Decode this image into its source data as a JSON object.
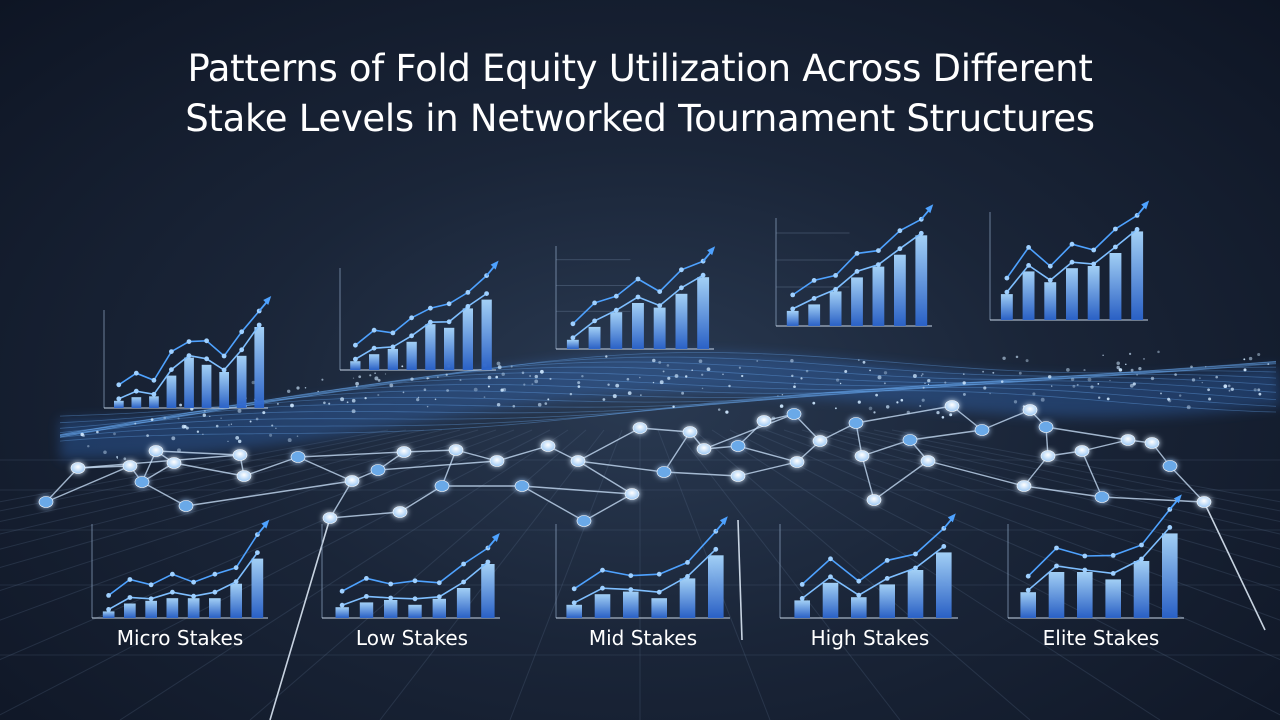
{
  "title": {
    "line1": "Patterns of Fold Equity Utilization Across Different",
    "line2": "Stake Levels in Networked Tournament Structures"
  },
  "tiers": [
    {
      "label": "Micro Stakes"
    },
    {
      "label": "Low Stakes"
    },
    {
      "label": "Mid Stakes"
    },
    {
      "label": "High Stakes"
    },
    {
      "label": "Elite Stakes"
    }
  ],
  "upper_charts": [
    {
      "bars": [
        0.08,
        0.12,
        0.13,
        0.36,
        0.56,
        0.48,
        0.4,
        0.58,
        0.9
      ]
    },
    {
      "bars": [
        0.1,
        0.18,
        0.24,
        0.32,
        0.52,
        0.48,
        0.7,
        0.8
      ]
    },
    {
      "bars": [
        0.1,
        0.24,
        0.4,
        0.5,
        0.45,
        0.6,
        0.78
      ]
    },
    {
      "bars": [
        0.14,
        0.2,
        0.32,
        0.45,
        0.55,
        0.66,
        0.84
      ]
    },
    {
      "bars": [
        0.24,
        0.45,
        0.35,
        0.48,
        0.5,
        0.62,
        0.82
      ]
    }
  ],
  "lower_charts": [
    {
      "bars": [
        0.1,
        0.22,
        0.26,
        0.3,
        0.3,
        0.3,
        0.52,
        0.9
      ]
    },
    {
      "bars": [
        0.18,
        0.26,
        0.3,
        0.22,
        0.32,
        0.5,
        0.9
      ]
    },
    {
      "bars": [
        0.2,
        0.36,
        0.4,
        0.3,
        0.6,
        0.95
      ]
    },
    {
      "bars": [
        0.22,
        0.44,
        0.26,
        0.42,
        0.6,
        0.82
      ]
    },
    {
      "bars": [
        0.28,
        0.5,
        0.5,
        0.42,
        0.62,
        0.92
      ]
    }
  ],
  "colors": {
    "background_center": "#2a3a52",
    "background_edge": "#0e1524",
    "accent_blue": "#4ea2ff",
    "bar_light": "#a9d8ff",
    "bar_dark": "#2a63cc",
    "node_fill": "#e9f4ff",
    "link_stroke": "#cfe6ff",
    "text": "#ffffff"
  }
}
